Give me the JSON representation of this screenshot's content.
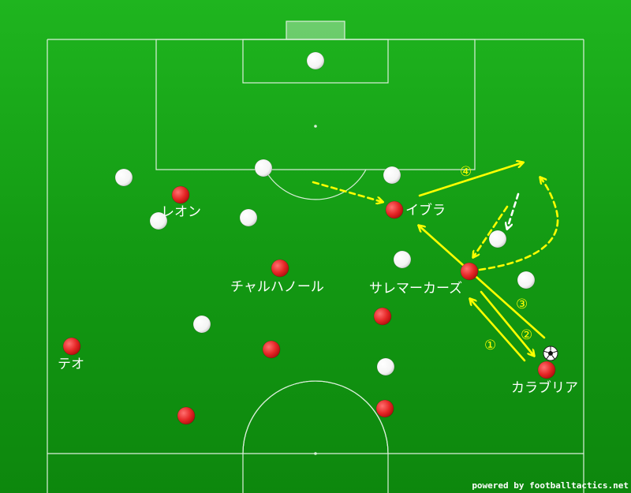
{
  "colors": {
    "pitch_dark": "#0d870d",
    "pitch_light": "#1fb51f",
    "line": "#dcefdc",
    "home": "#e52626",
    "away": "#ffffff",
    "arrow": "#ffff00",
    "move": "#ffffff"
  },
  "player_labels": {
    "leon": "レオン",
    "ibra": "イブラ",
    "charhanol": "チャルハノール",
    "salemaekers": "サレマーカーズ",
    "theo": "テオ",
    "calabria": "カラブリア"
  },
  "step_labels": {
    "step1": "①",
    "step2": "②",
    "step3": "③",
    "step4": "④"
  },
  "ball_icon": "soccer-ball-icon",
  "credit": "powered by footballtactics.net"
}
